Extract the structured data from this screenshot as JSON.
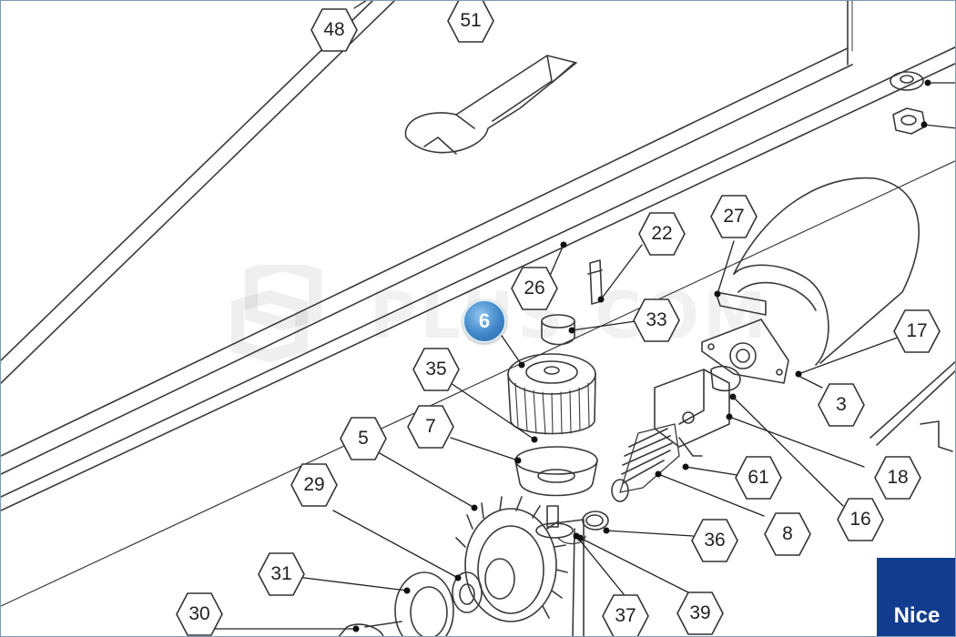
{
  "diagram": {
    "callouts": [
      {
        "id": "part-48",
        "label": "48"
      },
      {
        "id": "part-51",
        "label": "51"
      },
      {
        "id": "part-27",
        "label": "27"
      },
      {
        "id": "part-22",
        "label": "22"
      },
      {
        "id": "part-26",
        "label": "26"
      },
      {
        "id": "part-33",
        "label": "33"
      },
      {
        "id": "part-35",
        "label": "35"
      },
      {
        "id": "part-17",
        "label": "17"
      },
      {
        "id": "part-3",
        "label": "3"
      },
      {
        "id": "part-7",
        "label": "7"
      },
      {
        "id": "part-5",
        "label": "5"
      },
      {
        "id": "part-29",
        "label": "29"
      },
      {
        "id": "part-61",
        "label": "61"
      },
      {
        "id": "part-18",
        "label": "18"
      },
      {
        "id": "part-16",
        "label": "16"
      },
      {
        "id": "part-36",
        "label": "36"
      },
      {
        "id": "part-8",
        "label": "8"
      },
      {
        "id": "part-31",
        "label": "31"
      },
      {
        "id": "part-37",
        "label": "37"
      },
      {
        "id": "part-39",
        "label": "39"
      },
      {
        "id": "part-30",
        "label": "30"
      }
    ],
    "highlighted": {
      "label": "6",
      "color": "#3f86c8"
    }
  },
  "watermark": {
    "text": "PLUS.COM",
    "color": "#969696"
  },
  "brand": {
    "label": "Nice",
    "color": "#123d8f"
  }
}
